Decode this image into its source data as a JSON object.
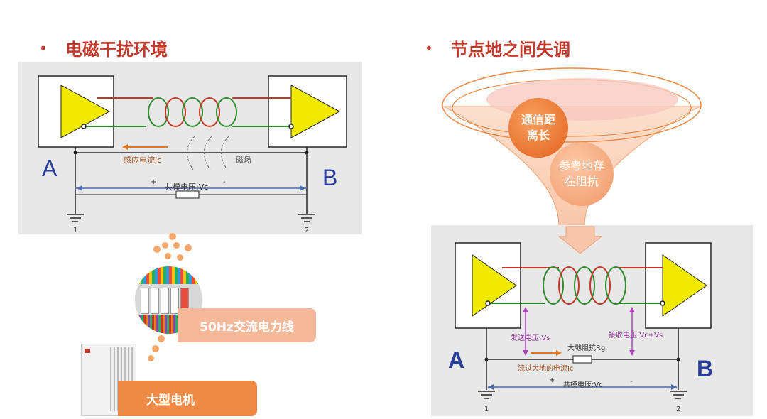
{
  "left": {
    "bullet": "•",
    "title": "电磁干扰环境",
    "diagram": {
      "label_a": "A",
      "label_b": "B",
      "induced_current": "感应电流Ic",
      "magnetic_field": "磁场",
      "plus": "+",
      "minus": "-",
      "common_voltage": "共模电压:Vc",
      "ground_1": "1",
      "ground_2": "2"
    },
    "sources": {
      "power_line": "50Hz交流电力线",
      "motor": "大型电机"
    }
  },
  "right": {
    "bullet": "•",
    "title": "节点地之间失调",
    "funnel": {
      "circle1": [
        "通信距",
        "离长"
      ],
      "circle2": [
        "参考地存",
        "在阻抗"
      ]
    },
    "diagram": {
      "label_a": "A",
      "label_b": "B",
      "send_voltage": "发送电压:Vs",
      "recv_voltage": "接收电压:Vc+Vs",
      "ground_resistance": "大地阻抗Rg",
      "ground_current": "流过大地的电流Ic",
      "plus": "+",
      "minus": "-",
      "common_voltage": "共模电压:Vc",
      "ground_1": "1",
      "ground_2": "2"
    }
  }
}
